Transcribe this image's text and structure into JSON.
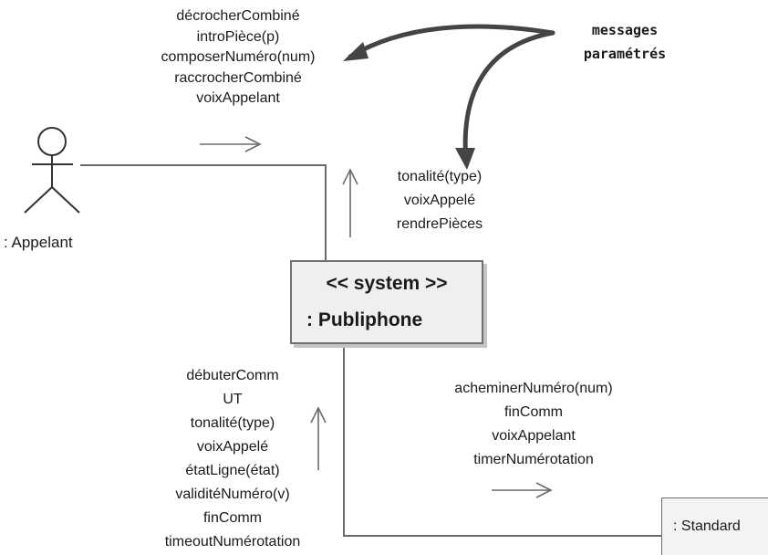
{
  "actor": {
    "label": ": Appelant"
  },
  "system": {
    "stereotype": "<< system >>",
    "name": ": Publiphone"
  },
  "standard": {
    "label": ": Standard"
  },
  "annotation": {
    "line1": "messages",
    "line2": "paramétrés"
  },
  "messages_appelant_to_system": [
    "décrocherCombiné",
    "introPièce(p)",
    "composerNuméro(num)",
    "raccrocherCombiné",
    "voixAppelant"
  ],
  "messages_system_to_appelant": [
    "tonalité(type)",
    "voixAppelé",
    "rendrePièces"
  ],
  "messages_standard_to_system": [
    "débuterComm",
    "UT",
    "tonalité(type)",
    "voixAppelé",
    "étatLigne(état)",
    "validitéNuméro(v)",
    "finComm",
    "timeoutNumérotation"
  ],
  "messages_system_to_standard": [
    "acheminerNuméro(num)",
    "finComm",
    "voixAppelant",
    "timerNumérotation"
  ]
}
